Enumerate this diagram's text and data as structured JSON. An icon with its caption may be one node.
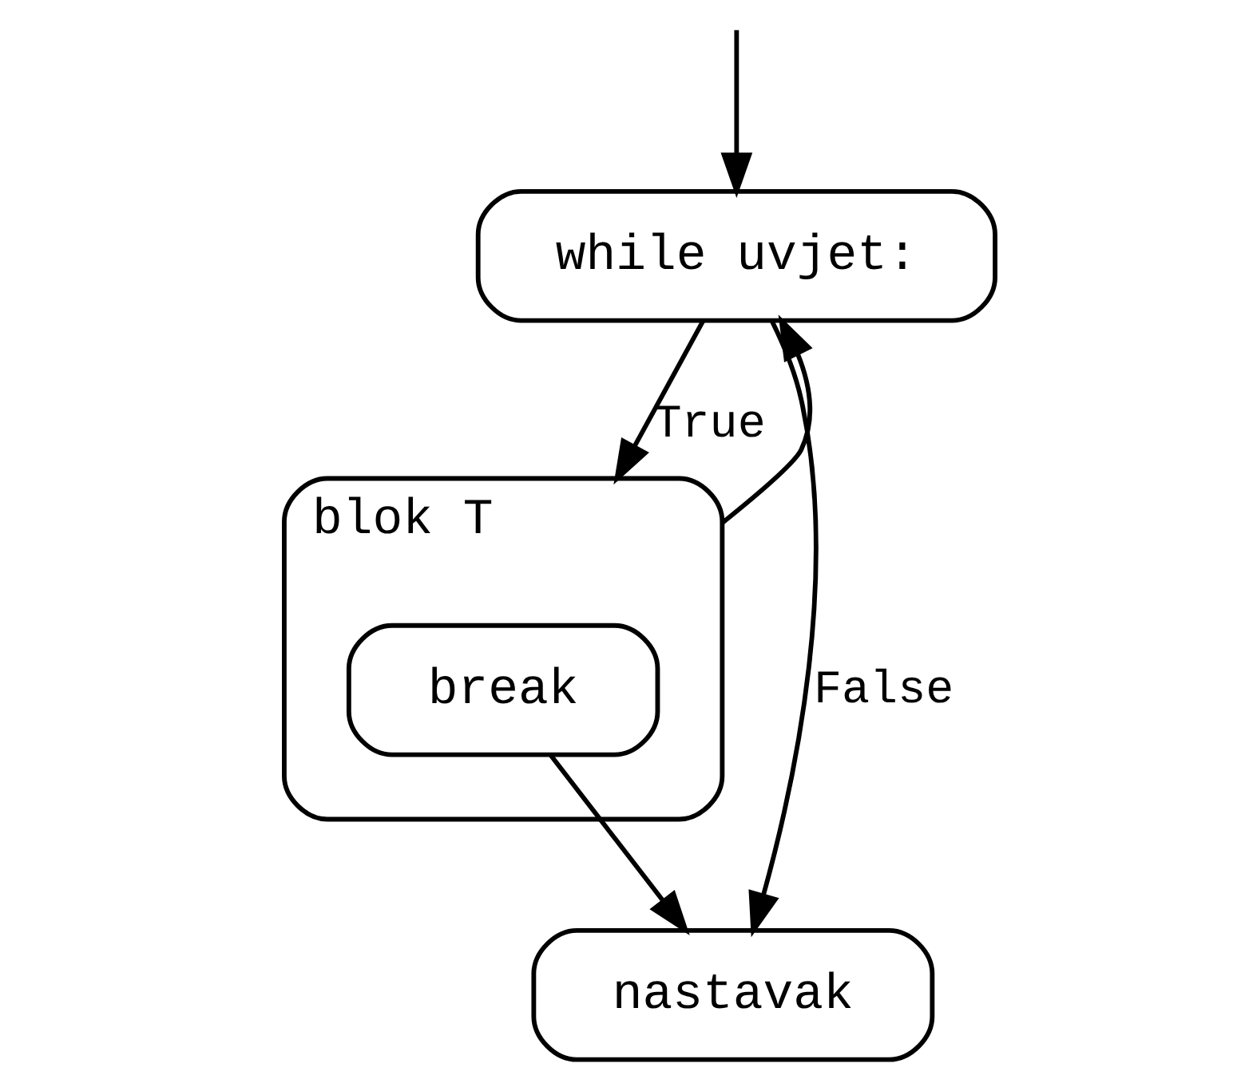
{
  "diagram": {
    "nodes": [
      {
        "text": [
          "while uvjet:"
        ]
      },
      {
        "text": [
          "blok T"
        ]
      },
      {
        "text": [
          "break"
        ],
        "in": 1
      },
      {
        "text": [
          "nastavak"
        ]
      }
    ],
    "edges": [
      {
        "from": null,
        "to": 0,
        "arrow": "to"
      },
      {
        "from": 0,
        "to": 1,
        "label": "True",
        "arrow": "to"
      },
      {
        "from": 0,
        "to": 3,
        "label": "False",
        "arrow": "to"
      },
      {
        "from": 1,
        "to": 0,
        "arrow": "to"
      },
      {
        "from": 2,
        "to": 3,
        "arrow": "to"
      }
    ]
  }
}
